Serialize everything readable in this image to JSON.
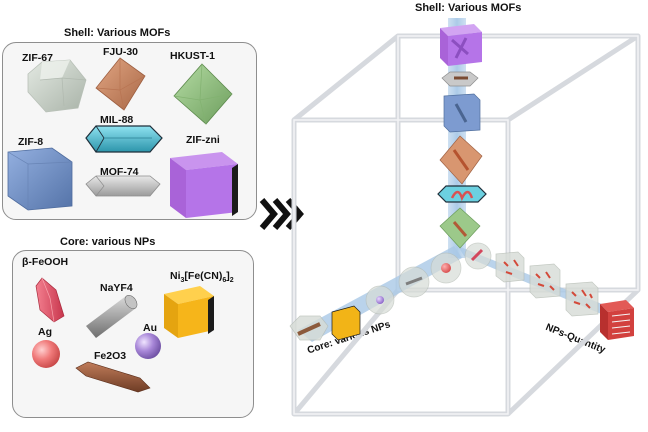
{
  "shell_panel": {
    "title": "Shell: Various MOFs",
    "items": [
      {
        "label": "ZIF-67",
        "color": "#c8d1c6"
      },
      {
        "label": "FJU-30",
        "color": "#c98a67"
      },
      {
        "label": "HKUST-1",
        "color": "#8fbf7d"
      },
      {
        "label": "ZIF-8",
        "color": "#7392c9"
      },
      {
        "label": "MIL-88",
        "color": "#58c3d6"
      },
      {
        "label": "MOF-74",
        "color": "#bdbdbd"
      },
      {
        "label": "ZIF-zni",
        "color": "#b06ee0"
      }
    ]
  },
  "core_panel": {
    "title": "Core: various NPs",
    "items": [
      {
        "label": "β-FeOOH",
        "color": "#e2556a"
      },
      {
        "label": "NaYF4",
        "color": "#9a9a9a"
      },
      {
        "label_main": "Ni",
        "sub1": "3",
        "label_mid": "[Fe(CN)",
        "sub2": "6",
        "label_end": "]",
        "sub3": "2",
        "color": "#f2b417"
      },
      {
        "label": "Ag",
        "color": "#f07a7a"
      },
      {
        "label": "Au",
        "color": "#a887d8"
      },
      {
        "label": "Fe2O3",
        "color": "#9a5a3c"
      }
    ]
  },
  "cube": {
    "top_label": "Shell: Various MOFs",
    "left_axis_label": "Core: various NPs",
    "right_axis_label": "NPs-Quantity"
  },
  "colors": {
    "panel_border": "#8e8e8e",
    "axis_beam": "#a9c8e6",
    "frame": "#d4d7dd"
  }
}
